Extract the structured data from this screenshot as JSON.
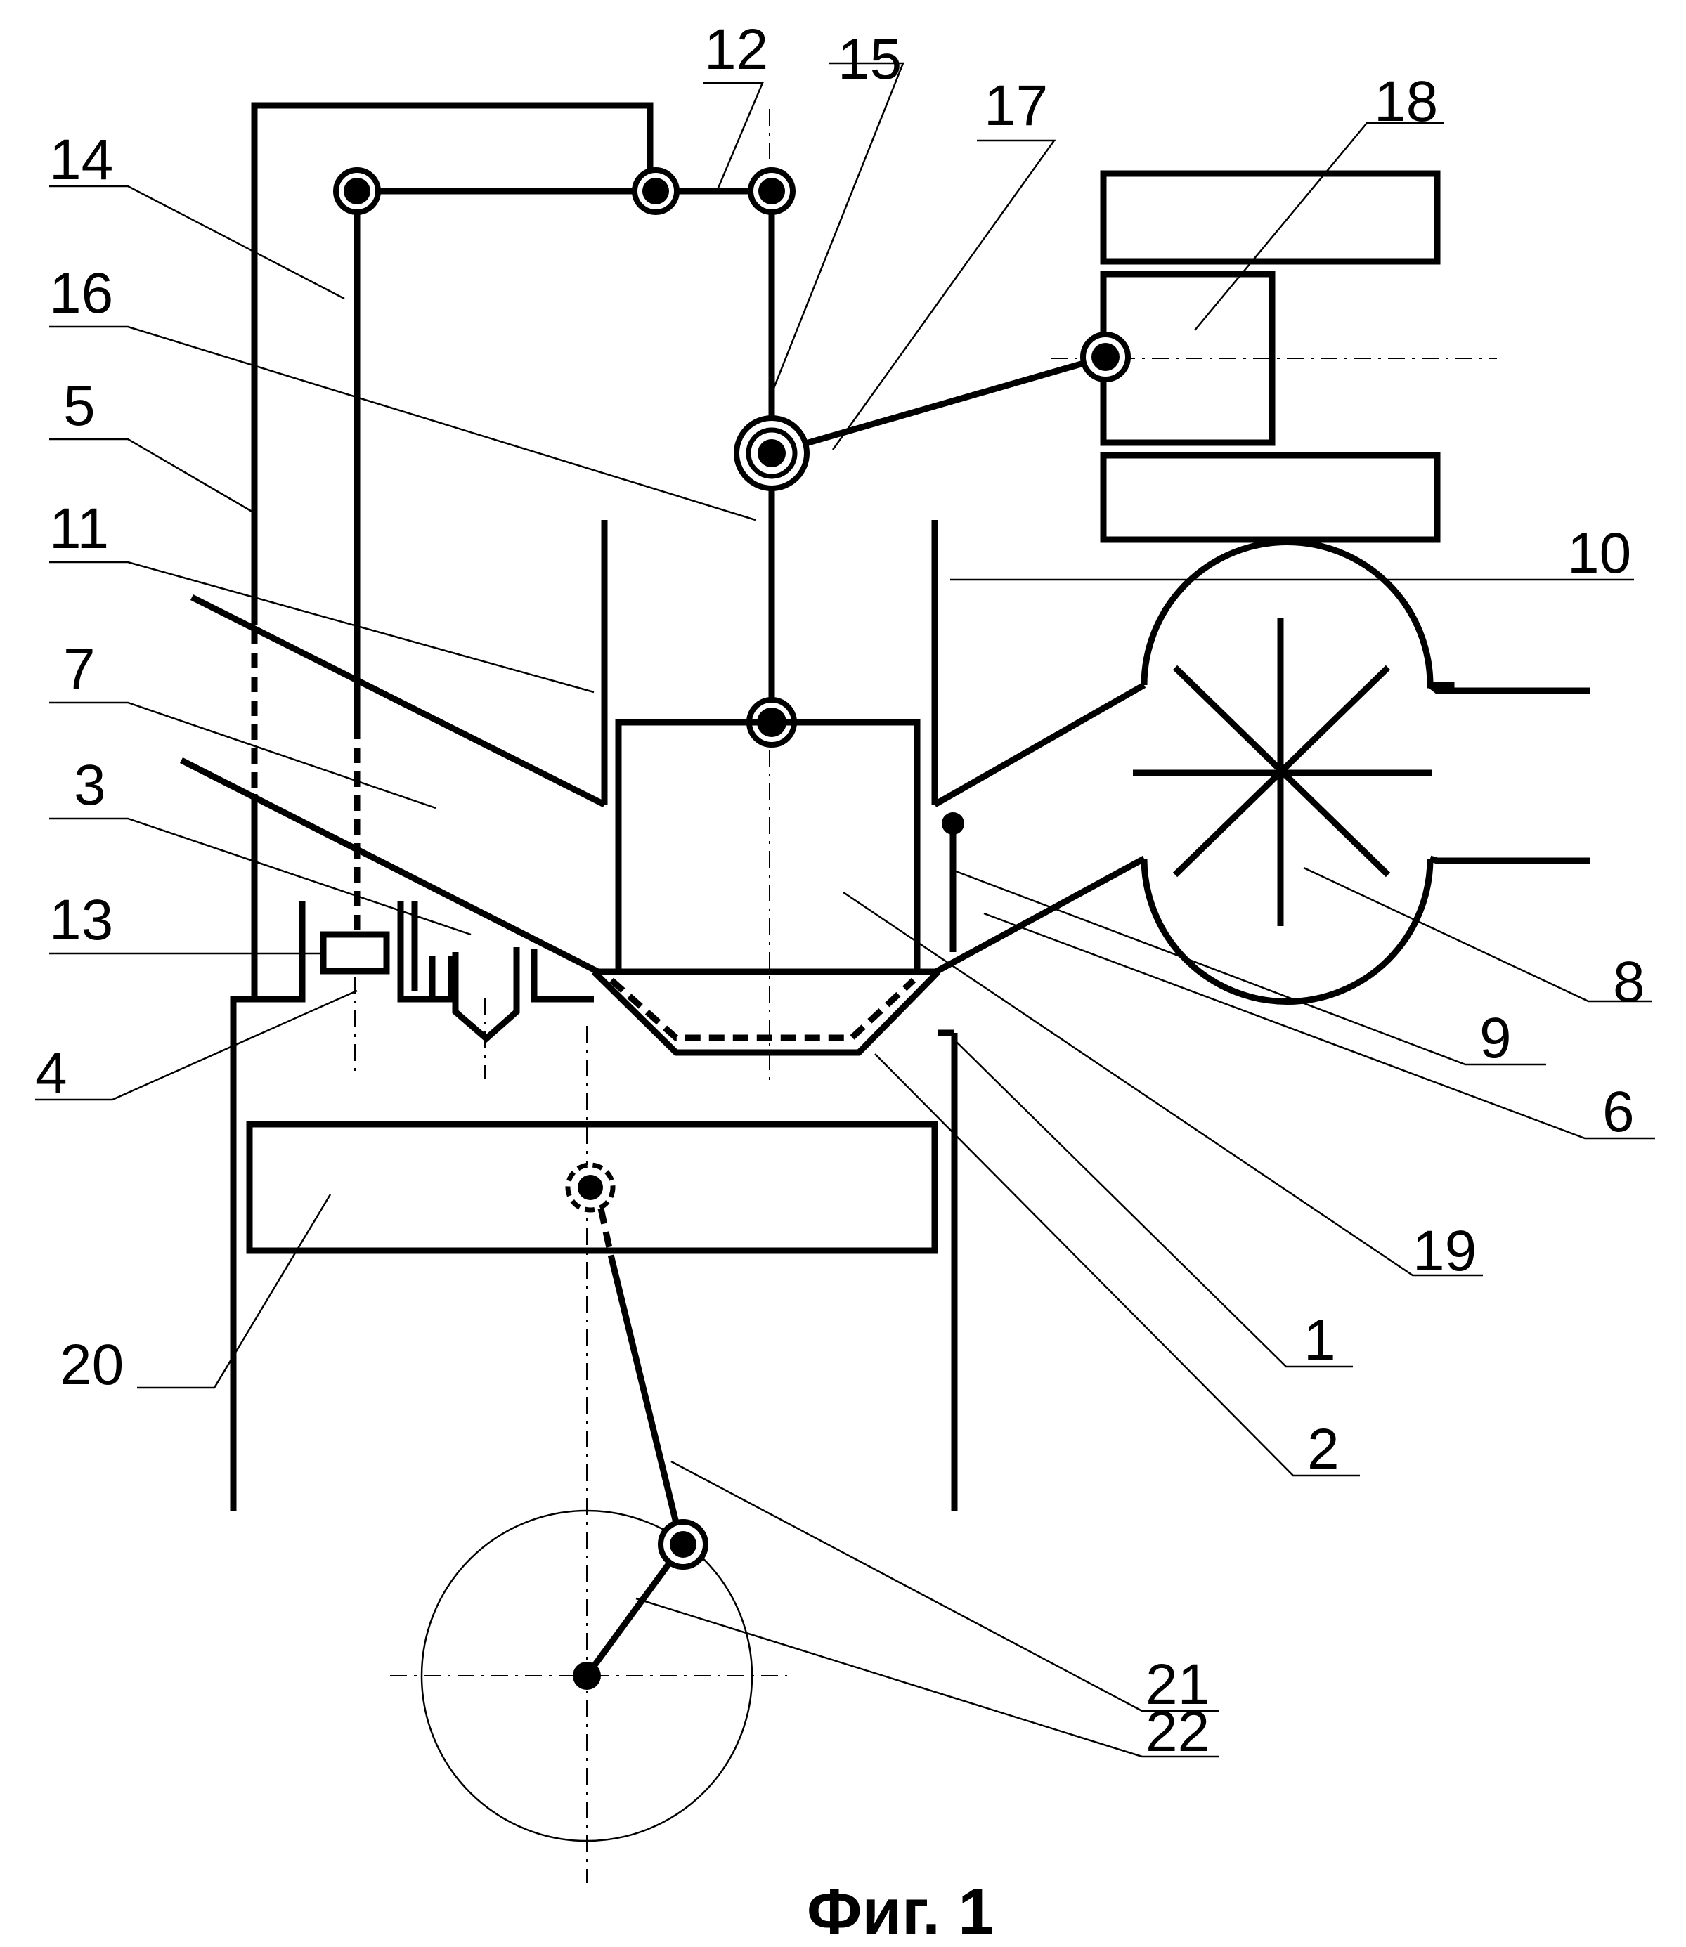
{
  "caption": "Фиг. 1",
  "labels": {
    "l1": "1",
    "l2": "2",
    "l3": "3",
    "l4": "4",
    "l5": "5",
    "l6": "6",
    "l7": "7",
    "l8": "8",
    "l9": "9",
    "l10": "10",
    "l11": "11",
    "l12": "12",
    "l13": "13",
    "l14": "14",
    "l15": "15",
    "l16": "16",
    "l17": "17",
    "l18": "18",
    "l19": "19",
    "l20": "20",
    "l21": "21",
    "l22": "22"
  }
}
